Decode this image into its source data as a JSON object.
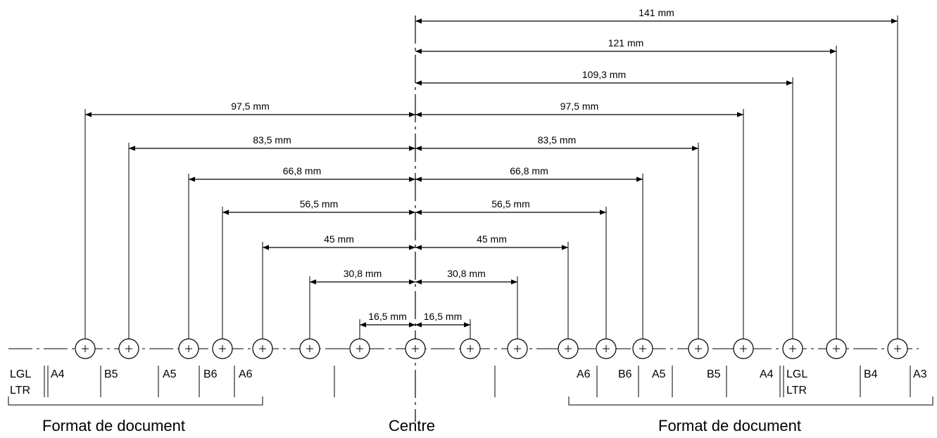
{
  "dimensions": {
    "left": [
      {
        "label": "97,5 mm",
        "value": 97.5
      },
      {
        "label": "83,5 mm",
        "value": 83.5
      },
      {
        "label": "66,8 mm",
        "value": 66.8
      },
      {
        "label": "56,5 mm",
        "value": 56.5
      },
      {
        "label": "45 mm",
        "value": 45
      },
      {
        "label": "30,8 mm",
        "value": 30.8
      },
      {
        "label": "16,5 mm",
        "value": 16.5
      }
    ],
    "right": [
      {
        "label": "141 mm",
        "value": 141
      },
      {
        "label": "121 mm",
        "value": 121
      },
      {
        "label": "109,3 mm",
        "value": 109.3
      },
      {
        "label": "97,5 mm",
        "value": 97.5
      },
      {
        "label": "83,5 mm",
        "value": 83.5
      },
      {
        "label": "66,8 mm",
        "value": 66.8
      },
      {
        "label": "56,5 mm",
        "value": 56.5
      },
      {
        "label": "45 mm",
        "value": 45
      },
      {
        "label": "30,8 mm",
        "value": 30.8
      },
      {
        "label": "16,5 mm",
        "value": 16.5
      }
    ]
  },
  "formats": {
    "left": [
      "LGL",
      "LTR",
      "A4",
      "B5",
      "A5",
      "B6",
      "A6"
    ],
    "right": [
      "A6",
      "B6",
      "A5",
      "B5",
      "A4",
      "LGL",
      "LTR",
      "B4",
      "A3"
    ]
  },
  "captions": {
    "left": "Format de document",
    "center": "Centre",
    "right": "Format de document"
  }
}
